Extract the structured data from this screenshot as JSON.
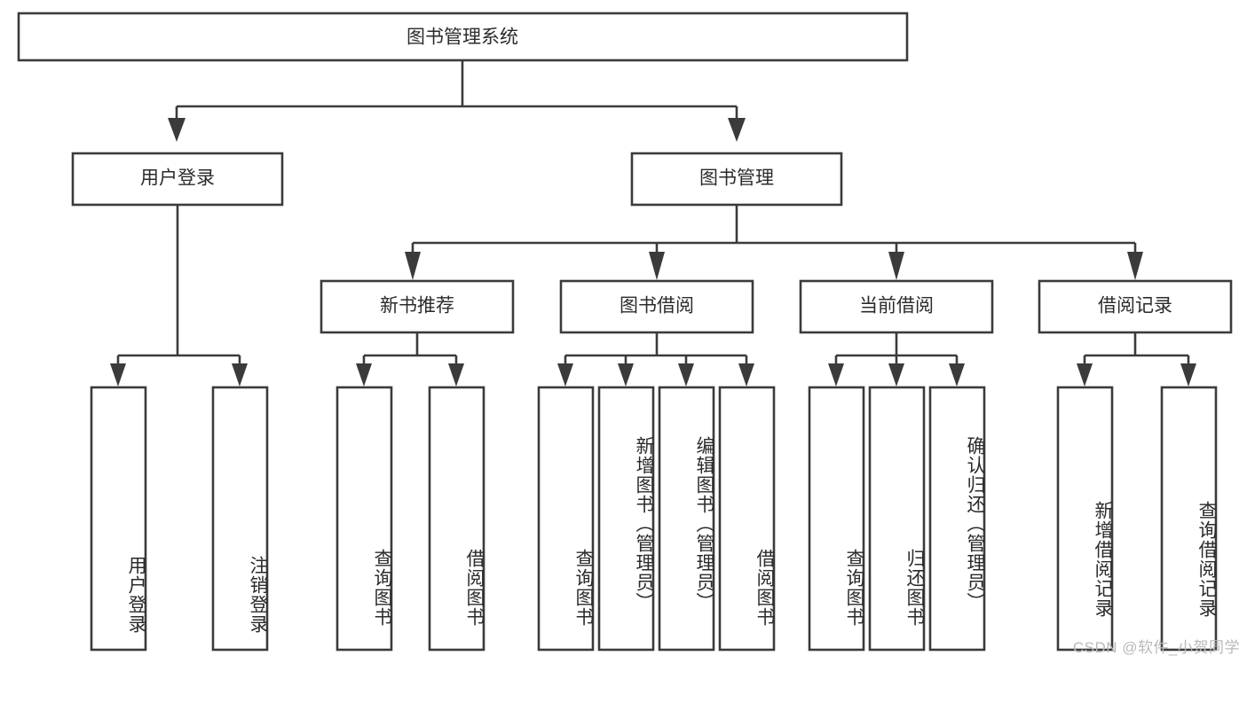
{
  "diagram": {
    "title": "图书管理系统",
    "type": "hierarchy-tree",
    "watermark": "CSDN @软件_小贺同学",
    "colors": {
      "stroke": "#3b3b3b",
      "box_fill": "#ffffff",
      "text": "#2b2b2b",
      "background": "#ffffff",
      "watermark": "#b9b9b9"
    },
    "root": {
      "label": "图书管理系统",
      "orientation": "horizontal"
    },
    "level2": [
      {
        "label": "用户登录",
        "orientation": "horizontal"
      },
      {
        "label": "图书管理",
        "orientation": "horizontal"
      }
    ],
    "level3": [
      {
        "label": "新书推荐",
        "orientation": "horizontal",
        "parent": "图书管理"
      },
      {
        "label": "图书借阅",
        "orientation": "horizontal",
        "parent": "图书管理"
      },
      {
        "label": "当前借阅",
        "orientation": "horizontal",
        "parent": "图书管理"
      },
      {
        "label": "借阅记录",
        "orientation": "horizontal",
        "parent": "图书管理"
      }
    ],
    "leaves": {
      "用户登录": [
        {
          "label": "用户登录",
          "orientation": "vertical"
        },
        {
          "label": "注销登录",
          "orientation": "vertical"
        }
      ],
      "新书推荐": [
        {
          "label": "查询图书",
          "orientation": "vertical"
        },
        {
          "label": "借阅图书",
          "orientation": "vertical"
        }
      ],
      "图书借阅": [
        {
          "label": "查询图书",
          "orientation": "vertical"
        },
        {
          "label": "新增图书（管理员）",
          "orientation": "vertical"
        },
        {
          "label": "编辑图书（管理员）",
          "orientation": "vertical"
        },
        {
          "label": "借阅图书",
          "orientation": "vertical"
        }
      ],
      "当前借阅": [
        {
          "label": "查询图书",
          "orientation": "vertical"
        },
        {
          "label": "归还图书",
          "orientation": "vertical"
        },
        {
          "label": "确认归还（管理员）",
          "orientation": "vertical"
        }
      ],
      "借阅记录": [
        {
          "label": "新增借阅记录",
          "orientation": "vertical"
        },
        {
          "label": "查询借阅记录",
          "orientation": "vertical"
        }
      ]
    }
  }
}
